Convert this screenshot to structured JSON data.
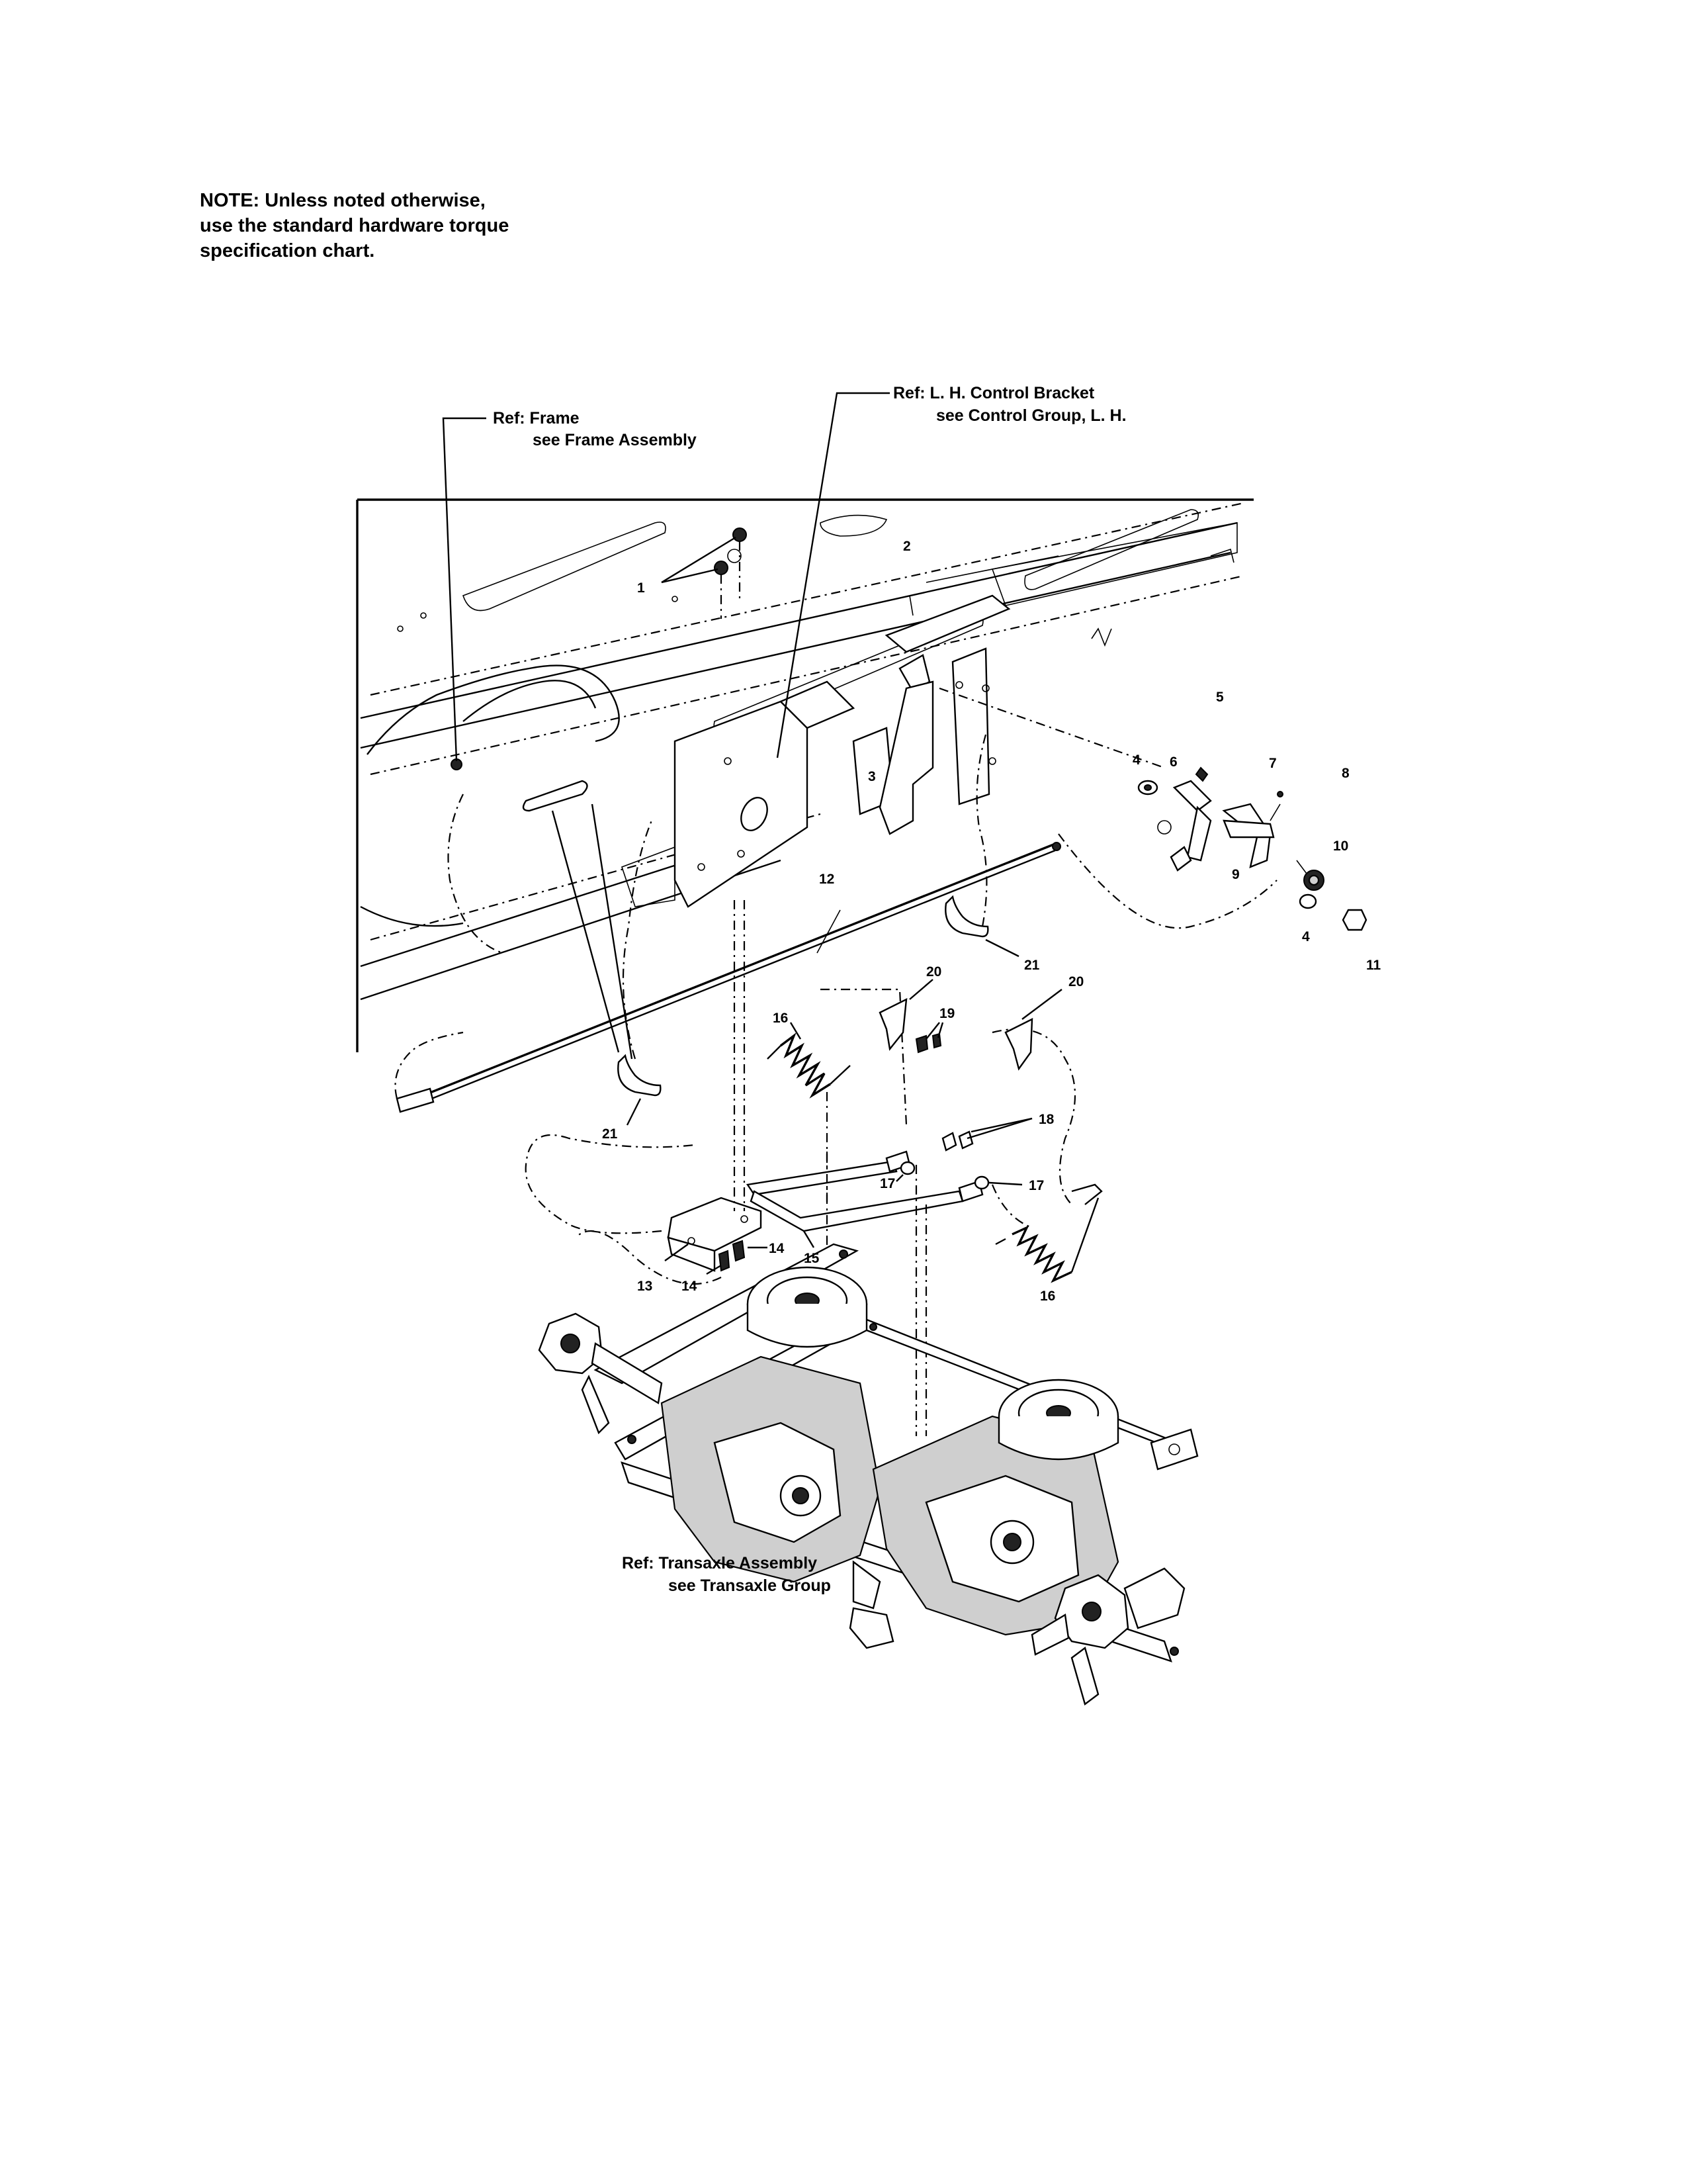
{
  "note": {
    "line1": "NOTE: Unless noted otherwise,",
    "line2": "use the standard hardware torque",
    "line3": "specification chart."
  },
  "refs": {
    "frame_line1": "Ref: Frame",
    "frame_line2": "see Frame Assembly",
    "bracket_line1": "Ref: L. H. Control Bracket",
    "bracket_line2": "see Control Group, L. H.",
    "transaxle_line1": "Ref: Transaxle Assembly",
    "transaxle_line2": "see Transaxle Group"
  },
  "callouts": {
    "c1": "1",
    "c2": "2",
    "c3": "3",
    "c4a": "4",
    "c4b": "4",
    "c5": "5",
    "c6": "6",
    "c7": "7",
    "c8": "8",
    "c9": "9",
    "c10": "10",
    "c11": "11",
    "c12": "12",
    "c13": "13",
    "c14a": "14",
    "c14b": "14",
    "c15": "15",
    "c16a": "16",
    "c16b": "16",
    "c17a": "17",
    "c17b": "17",
    "c18": "18",
    "c19": "19",
    "c20a": "20",
    "c20b": "20",
    "c21a": "21",
    "c21b": "21"
  }
}
